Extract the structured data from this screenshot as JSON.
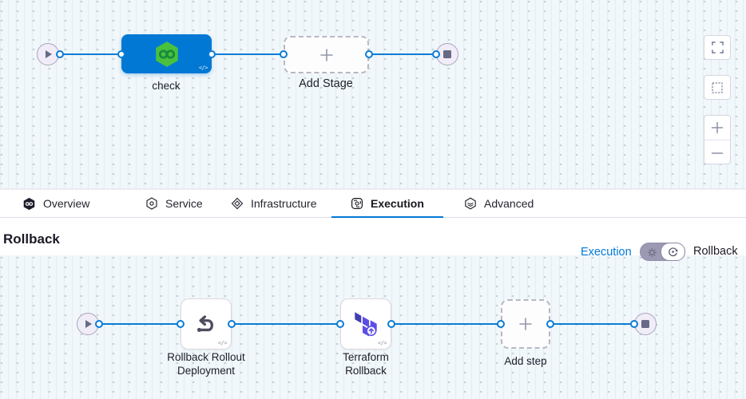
{
  "top_canvas": {
    "stage_label": "check",
    "add_stage_label": "Add Stage"
  },
  "tabs": [
    {
      "label": "Overview",
      "icon": "pipeline-icon",
      "active": false
    },
    {
      "label": "Service",
      "icon": "service-icon",
      "active": false
    },
    {
      "label": "Infrastructure",
      "icon": "infrastructure-icon",
      "active": false
    },
    {
      "label": "Execution",
      "icon": "execution-icon",
      "active": true
    },
    {
      "label": "Advanced",
      "icon": "advanced-icon",
      "active": false
    }
  ],
  "rollback": {
    "heading": "Rollback",
    "execution_link": "Execution",
    "toggle_label": "Rollback",
    "toggle_state": "rollback",
    "steps": [
      {
        "label": "Rollback Rollout Deployment",
        "icon": "undo-arrow-icon"
      },
      {
        "label": "Terraform Rollback",
        "icon": "terraform-icon"
      }
    ],
    "add_step_label": "Add step"
  },
  "icons": {
    "code_glyph": "</>",
    "canvas_controls": [
      "fullscreen-icon",
      "marquee-select-icon",
      "zoom-in-icon",
      "zoom-out-icon"
    ]
  },
  "colors": {
    "accent_blue": "#0278d5",
    "edge_blue": "#0b7cd6",
    "stage_blue": "#0278d5",
    "harness_green": "#4ac13e",
    "terraform_indigo": "#5c4ee5",
    "canvas_bg": "#f1f7fa",
    "terminal_fill": "#f1edf8"
  }
}
